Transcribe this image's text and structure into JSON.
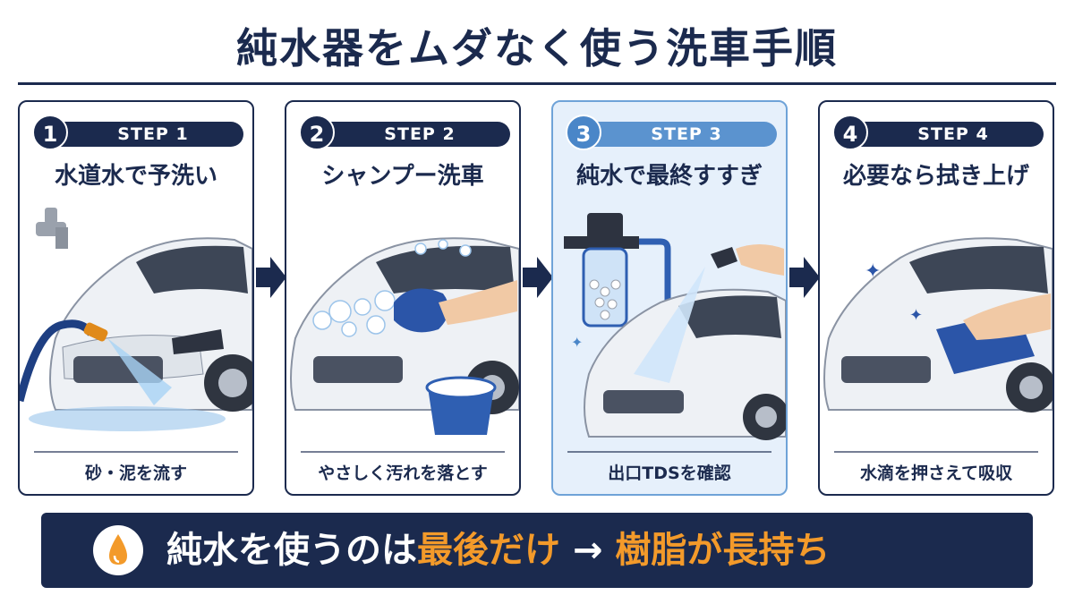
{
  "title": "純水器をムダなく使う洗車手順",
  "steps": [
    {
      "number": "1",
      "label": "STEP 1",
      "title": "水道水で予洗い",
      "caption": "砂・泥を流す"
    },
    {
      "number": "2",
      "label": "STEP 2",
      "title": "シャンプー洗車",
      "caption": "やさしく汚れを落とす"
    },
    {
      "number": "3",
      "label": "STEP 3",
      "title": "純水で最終すすぎ",
      "caption": "出口TDSを確認"
    },
    {
      "number": "4",
      "label": "STEP 4",
      "title": "必要なら拭き上げ",
      "caption": "水滴を押さえて吸収"
    }
  ],
  "banner": {
    "icon": "water-drop-icon",
    "part1": "純水を使うのは",
    "part2": "最後だけ",
    "arrow": "→",
    "part3": "樹脂が長持ち"
  },
  "colors": {
    "navy": "#1b2a4e",
    "highlight": "#e6f0fb",
    "accent_orange": "#f39a2a",
    "water_blue": "#4a86c8"
  }
}
